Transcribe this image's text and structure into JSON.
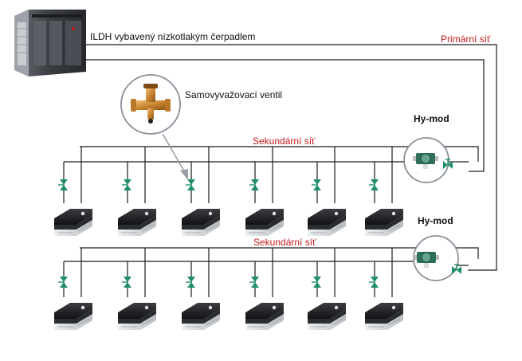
{
  "labels": {
    "unit": "ILDH vybavený nízkotlakým čerpadlem",
    "primary": "Primární síť",
    "valve": "Samovyvažovací ventil",
    "hymod_top": "Hy-mod",
    "hymod_bottom": "Hy-mod",
    "secondary_top": "Sekundární síť",
    "secondary_bottom": "Sekundární síť"
  },
  "colors": {
    "pipe": "#1a1a1a",
    "accent_red": "#c8191b",
    "valve_green": "#1f8f6b",
    "circle_border": "#8a9099"
  },
  "icons": {
    "outdoor_unit": "heat-pump-unit-icon",
    "balancing_valve": "brass-balancing-valve-icon",
    "hymod_module": "pump-module-icon",
    "indoor_unit": "cassette-fan-coil-icon",
    "valve": "two-way-valve-icon"
  }
}
